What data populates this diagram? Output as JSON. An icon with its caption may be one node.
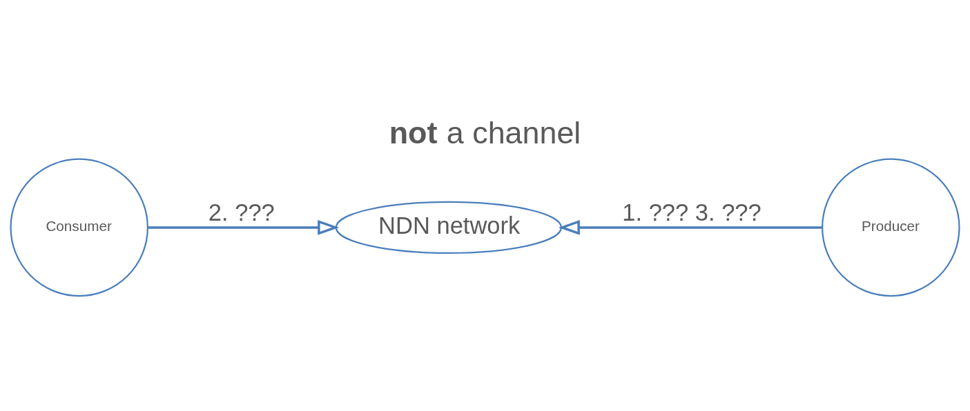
{
  "diagram": {
    "title": "**not** a channel",
    "nodes": [
      {
        "text": [
          "Producer"
        ]
      },
      {
        "text": [
          "NDN network"
        ]
      },
      {
        "text": [
          "Consumer"
        ]
      }
    ],
    "edges": [
      {
        "from": 0,
        "to": 1,
        "arrow": "to",
        "label": "1. ??? 3. ???"
      },
      {
        "from": 2,
        "to": 1,
        "arrow": "to",
        "label": "2. ???"
      }
    ]
  }
}
